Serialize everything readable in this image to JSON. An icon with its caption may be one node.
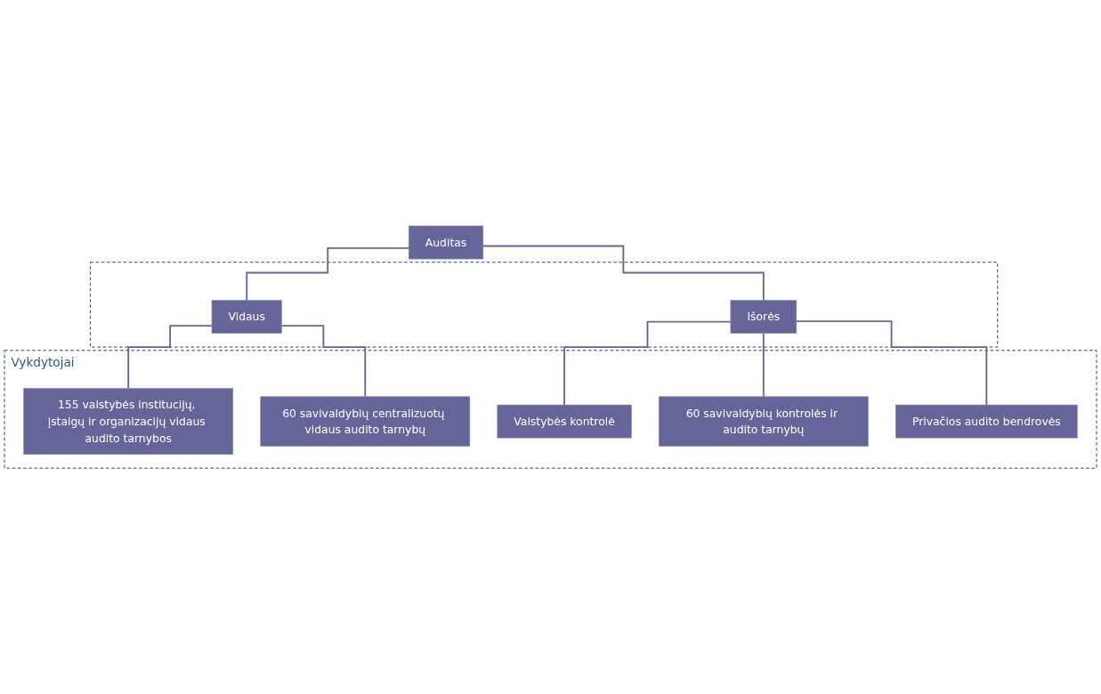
{
  "diagram": {
    "nodes": [
      {
        "text": [
          "Auditas"
        ]
      },
      {
        "text": [],
        "shape": "box"
      },
      {
        "text": [
          "Vidaus"
        ],
        "in": 1
      },
      {
        "text": [
          "Išorės"
        ],
        "in": 1
      },
      {
        "text": [
          "Vykdytojai"
        ]
      },
      {
        "text": [
          "155 valstybės institucijų, įstaigų ir organizacijų vidaus audito tarnybos"
        ],
        "in": 4
      },
      {
        "text": [
          "60 savivaldybių centralizuotų vidaus audito tarnybų"
        ],
        "in": 4
      },
      {
        "text": [
          "Valstybės kontrolė"
        ],
        "in": 4
      },
      {
        "text": [
          "60 savivaldybių kontrolės ir audito tarnybų"
        ],
        "in": 4
      },
      {
        "text": [
          "Privačios audito bendrovės"
        ],
        "in": 4
      }
    ],
    "edges": [
      {
        "from": 0,
        "to": 2,
        "arrow": "none"
      },
      {
        "from": 0,
        "to": 3,
        "arrow": "none"
      },
      {
        "from": 2,
        "to": 5,
        "arrow": "none"
      },
      {
        "from": 2,
        "to": 6,
        "arrow": "none"
      },
      {
        "from": 3,
        "to": 7,
        "arrow": "none"
      },
      {
        "from": 3,
        "to": 8,
        "arrow": "none"
      },
      {
        "from": 3,
        "to": 9,
        "arrow": "none"
      }
    ]
  }
}
